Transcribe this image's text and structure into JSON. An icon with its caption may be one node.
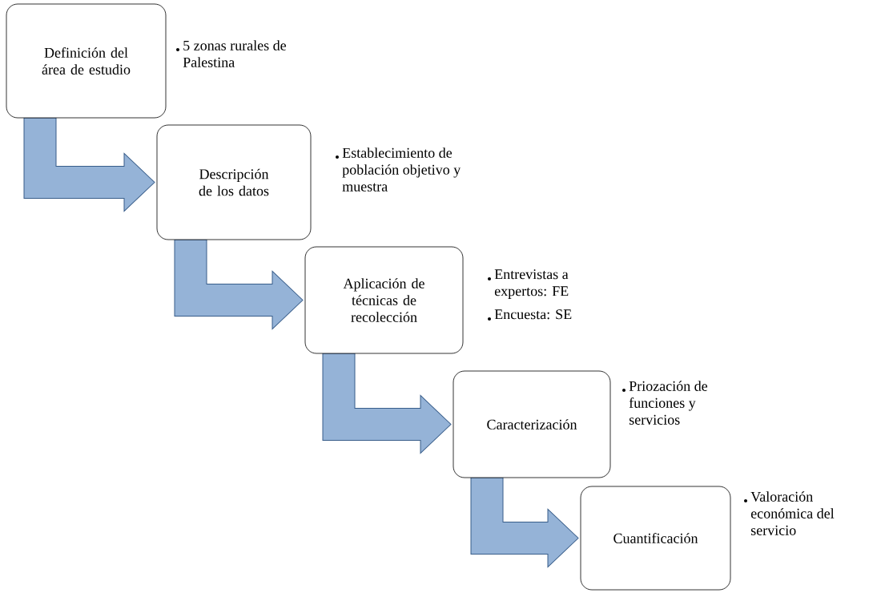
{
  "diagram": {
    "nodes": [
      {
        "text": [
          "Definición del área de estudio"
        ],
        "beside": [
          "5 zonas rurales de Palestina"
        ]
      },
      {
        "text": [
          "Descripción de los datos"
        ],
        "beside": [
          "Establecimiento de población objetivo y muestra"
        ]
      },
      {
        "text": [
          "Aplicación de técnicas de recolección"
        ],
        "beside": [
          "Entrevistas a expertos: FE",
          "Encuesta: SE"
        ]
      },
      {
        "text": [
          "Caracterización"
        ],
        "beside": [
          "Priozación de funciones y servicios"
        ]
      },
      {
        "text": [
          "Cuantificación"
        ],
        "beside": [
          "Valoración económica del servicio"
        ]
      }
    ],
    "edges": [
      {
        "from": 0,
        "to": 1,
        "arrow": "to"
      },
      {
        "from": 1,
        "to": 2,
        "arrow": "to"
      },
      {
        "from": 2,
        "to": 3,
        "arrow": "to"
      },
      {
        "from": 3,
        "to": 4,
        "arrow": "to"
      }
    ]
  }
}
